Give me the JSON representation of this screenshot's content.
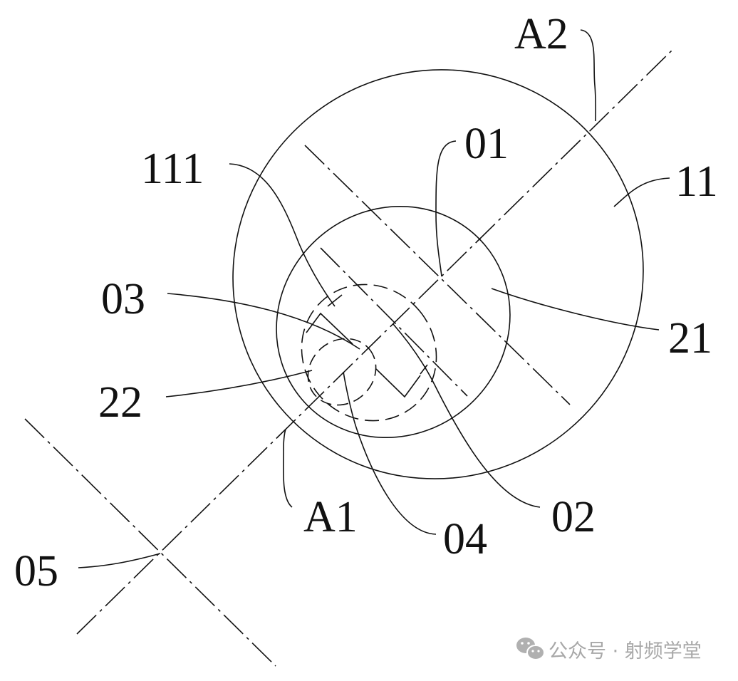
{
  "diagram": {
    "type": "patent technical drawing",
    "description": "Elliptical patch/lens structure with centre lines, axes A1-A2 and reference points",
    "labels": {
      "A2": "A2",
      "A1": "A1",
      "01": "01",
      "02": "02",
      "03": "03",
      "04": "04",
      "05": "05",
      "11": "11",
      "21": "21",
      "22": "22",
      "111": "111"
    },
    "elements": [
      {
        "id": "11",
        "kind": "outer ellipse"
      },
      {
        "id": "21",
        "kind": "inner ellipse"
      },
      {
        "id": "22",
        "kind": "dashed ellipses (hidden)"
      },
      {
        "id": "111",
        "kind": "notch / step feature"
      },
      {
        "id": "01",
        "kind": "centre point of 21"
      },
      {
        "id": "02",
        "kind": "reference point"
      },
      {
        "id": "03",
        "kind": "reference point"
      },
      {
        "id": "04",
        "kind": "reference point"
      },
      {
        "id": "05",
        "kind": "origin of centre lines"
      },
      {
        "id": "A1-A2",
        "kind": "dash-dot main axis"
      }
    ]
  },
  "watermark": {
    "icon": "wechat-icon",
    "text": "公众号 · 射频学堂"
  },
  "colors": {
    "line": "#111111",
    "watermark": "#a8a8a8",
    "background": "#ffffff"
  }
}
